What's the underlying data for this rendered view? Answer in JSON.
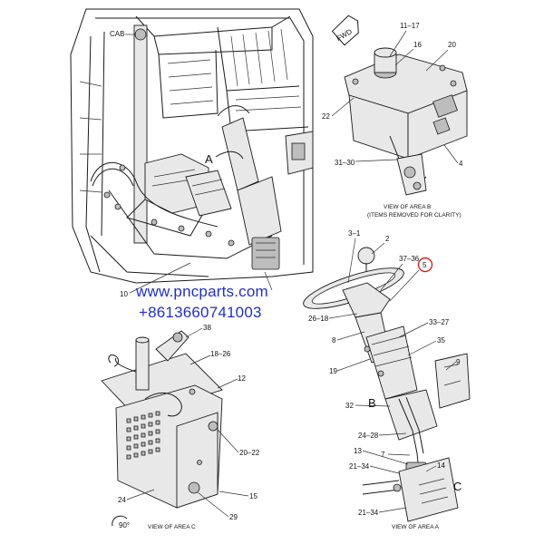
{
  "diagram": {
    "callouts": {
      "cab": "CAB",
      "fwd": "FWD",
      "c11_17": "11–17",
      "c16": "16",
      "c20": "20",
      "c22": "22",
      "c31_30": "31–30",
      "c4": "4",
      "c10": "10",
      "c3_1": "3–1",
      "c2": "2",
      "c37_36": "37–36",
      "c5": "5",
      "c26_18": "26–18",
      "c8": "8",
      "c33_27": "33–27",
      "c35": "35",
      "c9": "9",
      "c19": "19",
      "c32": "32",
      "c24_28": "24–28",
      "c13": "13",
      "c7": "7",
      "c21_34a": "21–34",
      "c21_34b": "21–34",
      "c14": "14",
      "c38": "38",
      "c18_26": "18–26",
      "c12": "12",
      "c20_22": "20–22",
      "c24": "24",
      "c15": "15",
      "c29": "29",
      "rot90": "90°"
    },
    "area_letters": {
      "a": "A",
      "b": "B",
      "c": "C"
    },
    "view_labels": {
      "area_b_line1": "VIEW OF AREA B",
      "area_b_line2": "(ITEMS REMOVED FOR CLARITY)",
      "area_c": "VIEW OF AREA C",
      "area_a": "VIEW OF AREA A"
    },
    "highlight_color": "#d62020"
  },
  "watermark": {
    "website": "www.pncparts.com",
    "phone": "+8613660741003",
    "color": "#1f2fd0"
  }
}
